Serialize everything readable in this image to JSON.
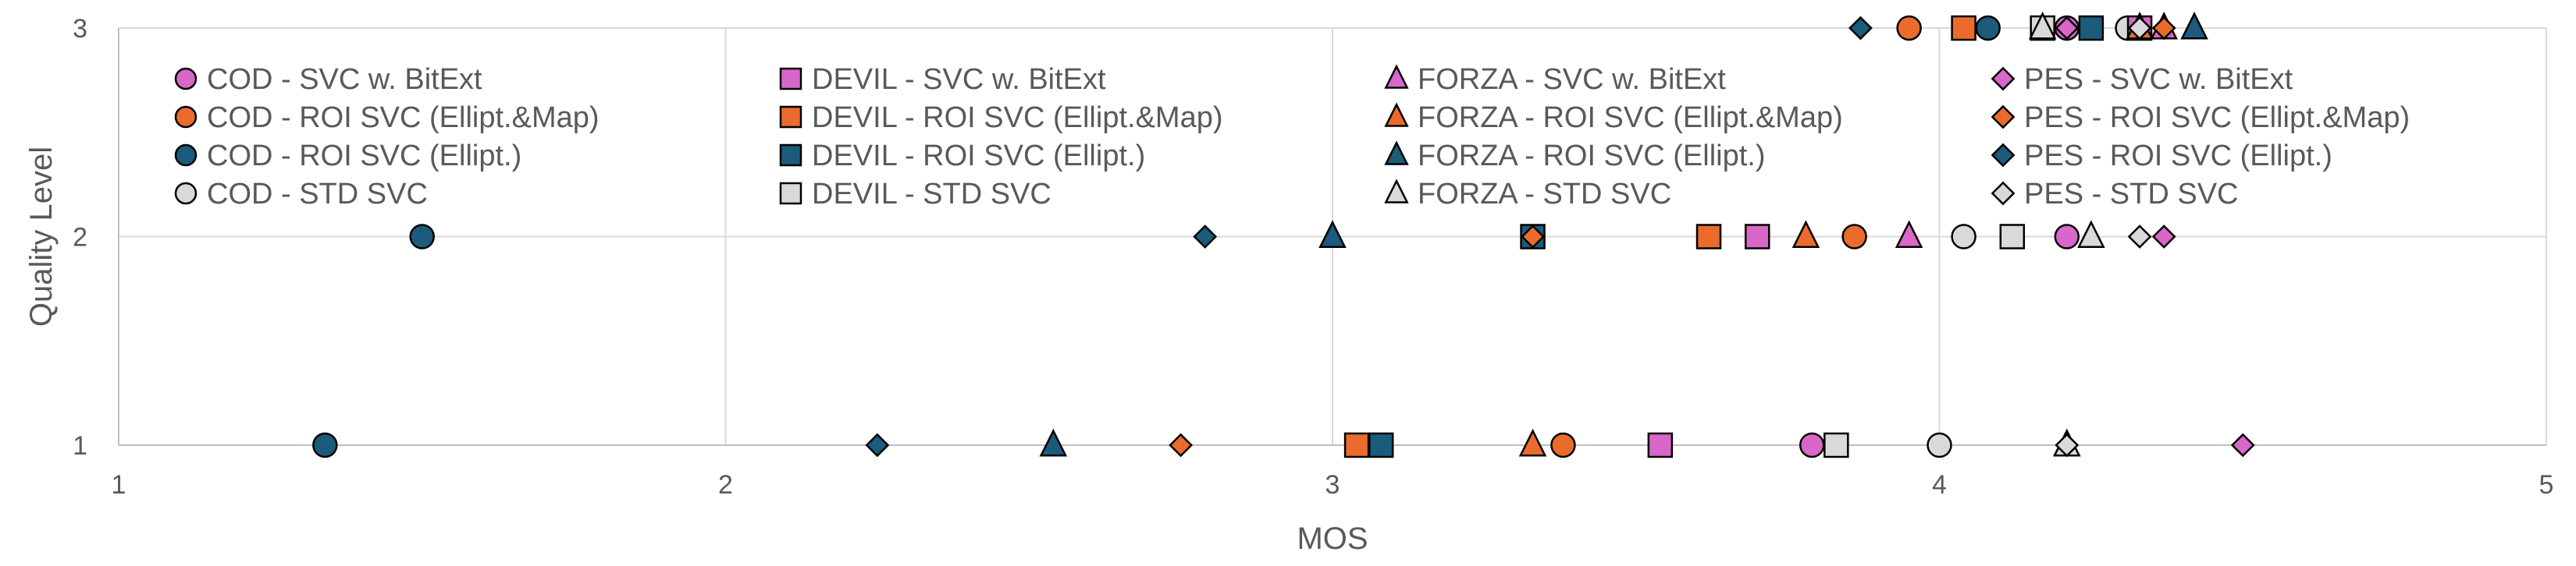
{
  "chart_data": {
    "type": "scatter",
    "title": "",
    "xlabel": "MOS",
    "ylabel": "Quality Level",
    "xlim": [
      1,
      5
    ],
    "ylim": [
      1,
      3
    ],
    "x_ticks": [
      "1",
      "2",
      "3",
      "4",
      "5"
    ],
    "y_ticks": [
      "1",
      "2",
      "3"
    ],
    "grid": true,
    "legend_position": "inside-top",
    "colors": {
      "svc_bitext": "#d966c9",
      "roi_ellipt_map": "#eb6b2c",
      "roi_ellipt": "#1b5b7c",
      "std_svc": "#d9d9d9"
    },
    "series": [
      {
        "name": "COD - SVC w. BitExt",
        "marker": "circle",
        "color": "#d966c9",
        "x": [
          3.79,
          4.21,
          4.21
        ],
        "y": [
          1,
          2,
          3
        ]
      },
      {
        "name": "COD - ROI SVC (Ellipt.&Map)",
        "marker": "circle",
        "color": "#eb6b2c",
        "x": [
          3.38,
          3.86,
          3.95
        ],
        "y": [
          1,
          2,
          3
        ]
      },
      {
        "name": "COD - ROI SVC (Ellipt.)",
        "marker": "circle",
        "color": "#1b5b7c",
        "x": [
          1.34,
          1.5,
          4.08
        ],
        "y": [
          1,
          2,
          3
        ]
      },
      {
        "name": "COD - STD SVC",
        "marker": "circle",
        "color": "#d9d9d9",
        "x": [
          4.0,
          4.04,
          4.31
        ],
        "y": [
          1,
          2,
          3
        ]
      },
      {
        "name": "DEVIL - SVC w. BitExt",
        "marker": "square",
        "color": "#d966c9",
        "x": [
          3.54,
          3.7,
          4.33
        ],
        "y": [
          1,
          2,
          3
        ]
      },
      {
        "name": "DEVIL - ROI SVC (Ellipt.&Map)",
        "marker": "square",
        "color": "#eb6b2c",
        "x": [
          3.04,
          3.62,
          4.04
        ],
        "y": [
          1,
          2,
          3
        ]
      },
      {
        "name": "DEVIL - ROI SVC (Ellipt.)",
        "marker": "square",
        "color": "#1b5b7c",
        "x": [
          3.08,
          3.33,
          4.25
        ],
        "y": [
          1,
          2,
          3
        ]
      },
      {
        "name": "DEVIL - STD SVC",
        "marker": "square",
        "color": "#d9d9d9",
        "x": [
          3.83,
          4.12,
          4.17
        ],
        "y": [
          1,
          2,
          3
        ]
      },
      {
        "name": "FORZA - SVC w. BitExt",
        "marker": "triangle",
        "color": "#d966c9",
        "x": [
          4.21,
          3.95,
          4.37
        ],
        "y": [
          1,
          2,
          3
        ]
      },
      {
        "name": "FORZA - ROI SVC (Ellipt.&Map)",
        "marker": "triangle",
        "color": "#eb6b2c",
        "x": [
          3.33,
          3.78,
          4.33
        ],
        "y": [
          1,
          2,
          3
        ]
      },
      {
        "name": "FORZA - ROI SVC (Ellipt.)",
        "marker": "triangle",
        "color": "#1b5b7c",
        "x": [
          2.54,
          3.0,
          4.42
        ],
        "y": [
          1,
          2,
          3
        ]
      },
      {
        "name": "FORZA - STD SVC",
        "marker": "triangle",
        "color": "#d9d9d9",
        "x": [
          4.21,
          4.25,
          4.17
        ],
        "y": [
          1,
          2,
          3
        ]
      },
      {
        "name": "PES - SVC w. BitExt",
        "marker": "diamond",
        "color": "#d966c9",
        "x": [
          4.5,
          4.37,
          4.21
        ],
        "y": [
          1,
          2,
          3
        ]
      },
      {
        "name": "PES - ROI SVC (Ellipt.&Map)",
        "marker": "diamond",
        "color": "#eb6b2c",
        "x": [
          2.75,
          3.33,
          4.37
        ],
        "y": [
          1,
          2,
          3
        ]
      },
      {
        "name": "PES - ROI SVC (Ellipt.)",
        "marker": "diamond",
        "color": "#1b5b7c",
        "x": [
          2.25,
          2.79,
          3.87
        ],
        "y": [
          1,
          2,
          3
        ]
      },
      {
        "name": "PES - STD SVC",
        "marker": "diamond",
        "color": "#d9d9d9",
        "x": [
          4.21,
          4.33,
          4.33
        ],
        "y": [
          1,
          2,
          3
        ]
      }
    ]
  }
}
